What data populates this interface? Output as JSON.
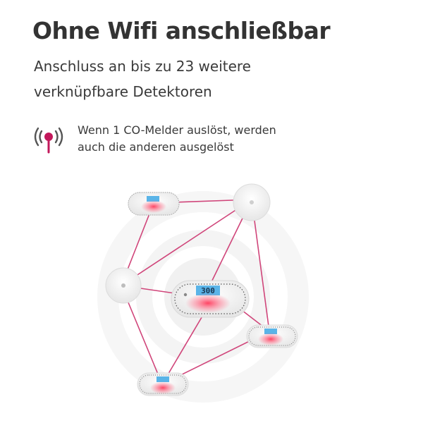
{
  "header": {
    "title": "Ohne Wifi anschließbar",
    "subtitle_line1": "Anschluss an bis zu 23 weitere",
    "subtitle_line2": "verknüpfbare Detektoren"
  },
  "note": {
    "icon": "radio-signal-icon",
    "line1": "Wenn 1 CO-Melder auslöst, werden",
    "line2": "auch die anderen ausgelöst"
  },
  "illustration": {
    "display_value": "300",
    "colors": {
      "accent": "#c2185b",
      "link": "#d0457a",
      "ring": "#f0f0f0",
      "lcd": "#5ab4e8",
      "alarm_glow": "#ff3b5c"
    }
  }
}
